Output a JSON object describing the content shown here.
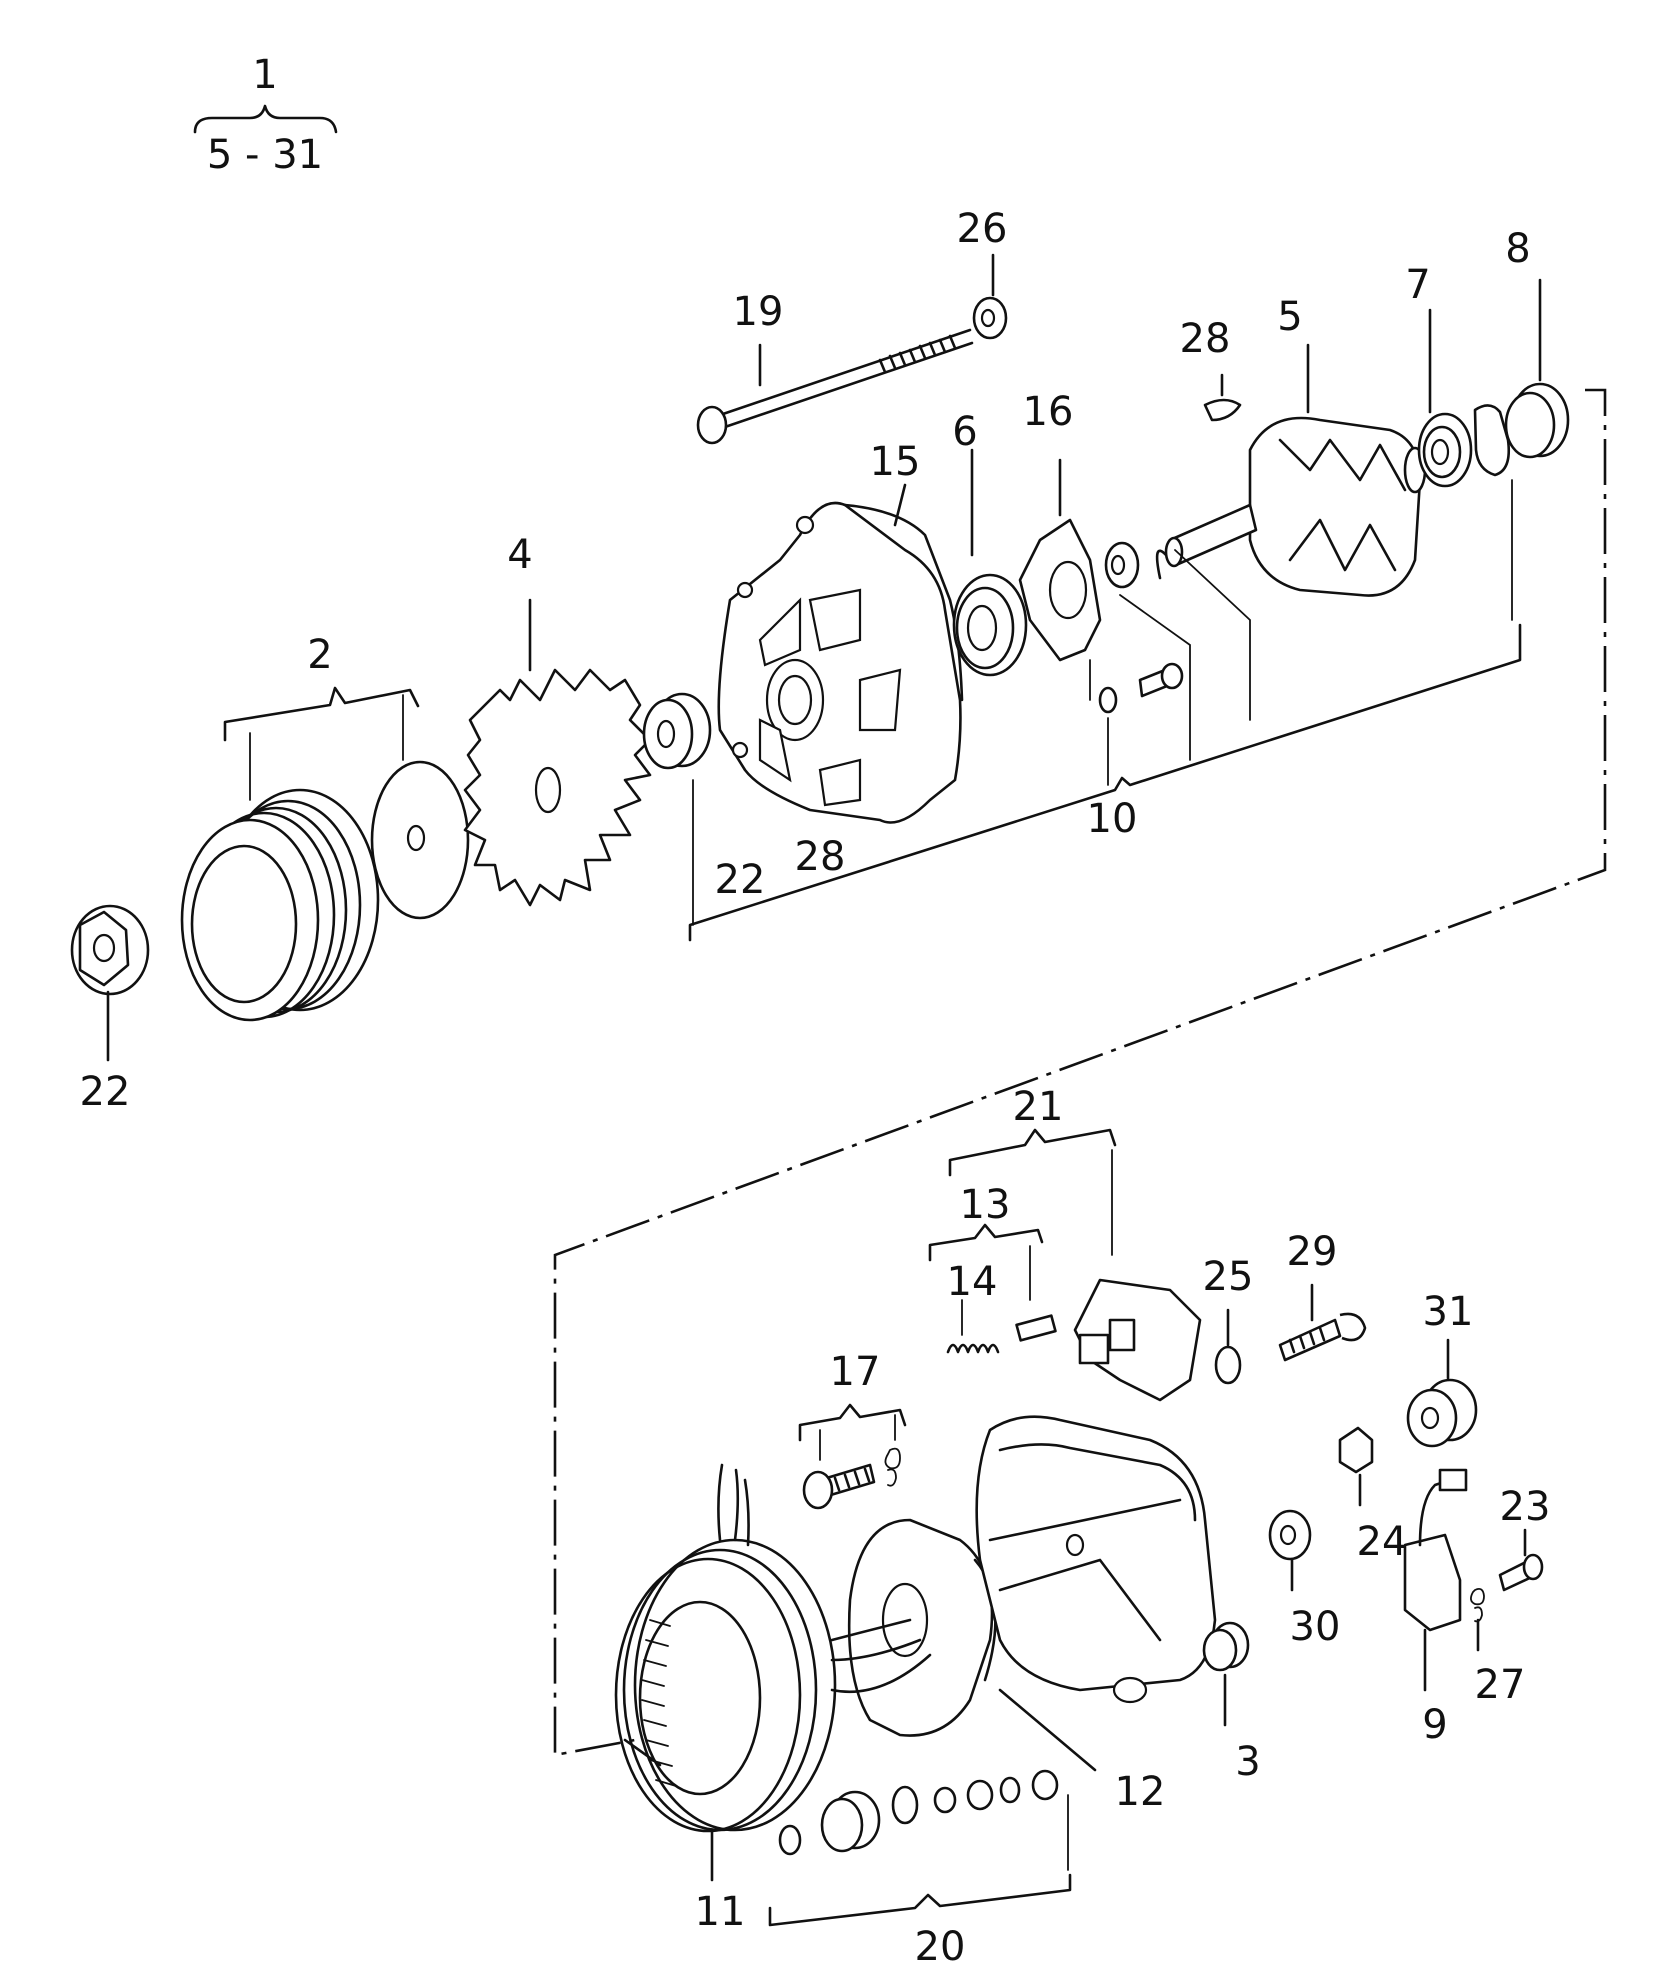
{
  "diagram": {
    "assembly": {
      "number": "1",
      "range": "5 - 31"
    },
    "labels": [
      {
        "id": "c2",
        "text": "2"
      },
      {
        "id": "c4",
        "text": "4"
      },
      {
        "id": "c15",
        "text": "15"
      },
      {
        "id": "c6",
        "text": "6"
      },
      {
        "id": "c16",
        "text": "16"
      },
      {
        "id": "c19",
        "text": "19"
      },
      {
        "id": "c26",
        "text": "26"
      },
      {
        "id": "c28a",
        "text": "28"
      },
      {
        "id": "c5",
        "text": "5"
      },
      {
        "id": "c7",
        "text": "7"
      },
      {
        "id": "c8",
        "text": "8"
      },
      {
        "id": "c22a",
        "text": "22"
      },
      {
        "id": "c28b",
        "text": "28"
      },
      {
        "id": "c10",
        "text": "10"
      },
      {
        "id": "c22b",
        "text": "22"
      },
      {
        "id": "c21",
        "text": "21"
      },
      {
        "id": "c13",
        "text": "13"
      },
      {
        "id": "c14",
        "text": "14"
      },
      {
        "id": "c25",
        "text": "25"
      },
      {
        "id": "c29",
        "text": "29"
      },
      {
        "id": "c31",
        "text": "31"
      },
      {
        "id": "c17",
        "text": "17"
      },
      {
        "id": "c24",
        "text": "24"
      },
      {
        "id": "c23",
        "text": "23"
      },
      {
        "id": "c30",
        "text": "30"
      },
      {
        "id": "c27",
        "text": "27"
      },
      {
        "id": "c9",
        "text": "9"
      },
      {
        "id": "c3",
        "text": "3"
      },
      {
        "id": "c12",
        "text": "12"
      },
      {
        "id": "c11",
        "text": "11"
      },
      {
        "id": "c20",
        "text": "20"
      }
    ]
  }
}
